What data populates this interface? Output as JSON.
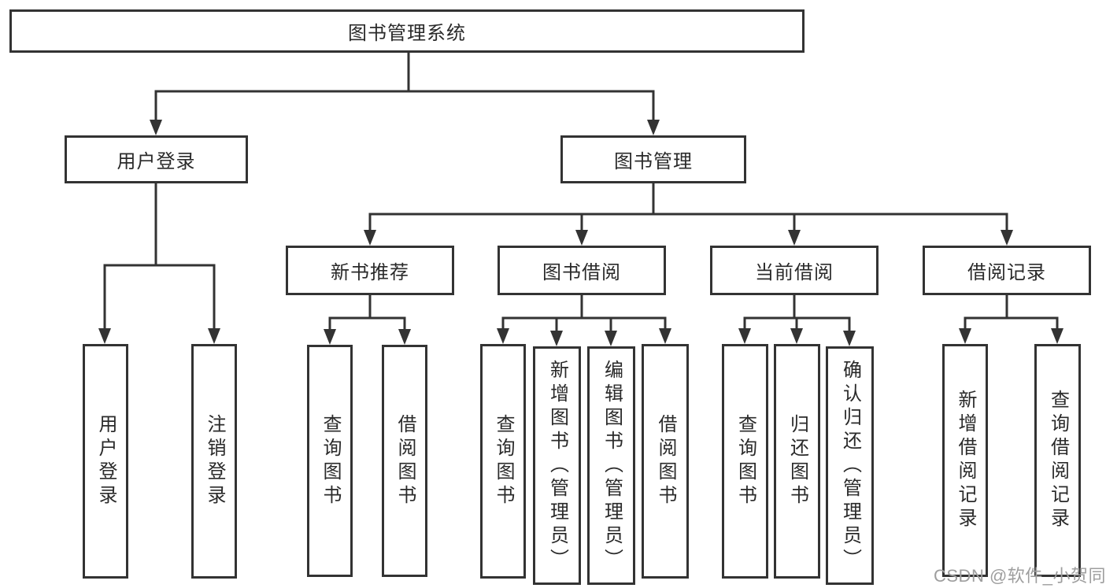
{
  "tree": {
    "root": "图书管理系统",
    "user_login": {
      "label": "用户登录",
      "children": [
        "用户登录",
        "注销登录"
      ]
    },
    "book_mgmt": {
      "label": "图书管理",
      "sections": {
        "new_book": {
          "label": "新书推荐",
          "children": [
            "查询图书",
            "借阅图书"
          ]
        },
        "borrow": {
          "label": "图书借阅",
          "children": [
            "查询图书",
            "新增图书（管理员）",
            "编辑图书（管理员）",
            "借阅图书"
          ]
        },
        "current": {
          "label": "当前借阅",
          "children": [
            "查询图书",
            "归还图书",
            "确认归还（管理员）"
          ]
        },
        "records": {
          "label": "借阅记录",
          "children": [
            "新增借阅记录",
            "查询借阅记录"
          ]
        }
      }
    }
  },
  "watermark": "CSDN @软件_小贺同学",
  "colors": {
    "line": "#333333",
    "text": "#2a2a2a",
    "watermark": "#9e9e9e",
    "background": "#ffffff"
  }
}
